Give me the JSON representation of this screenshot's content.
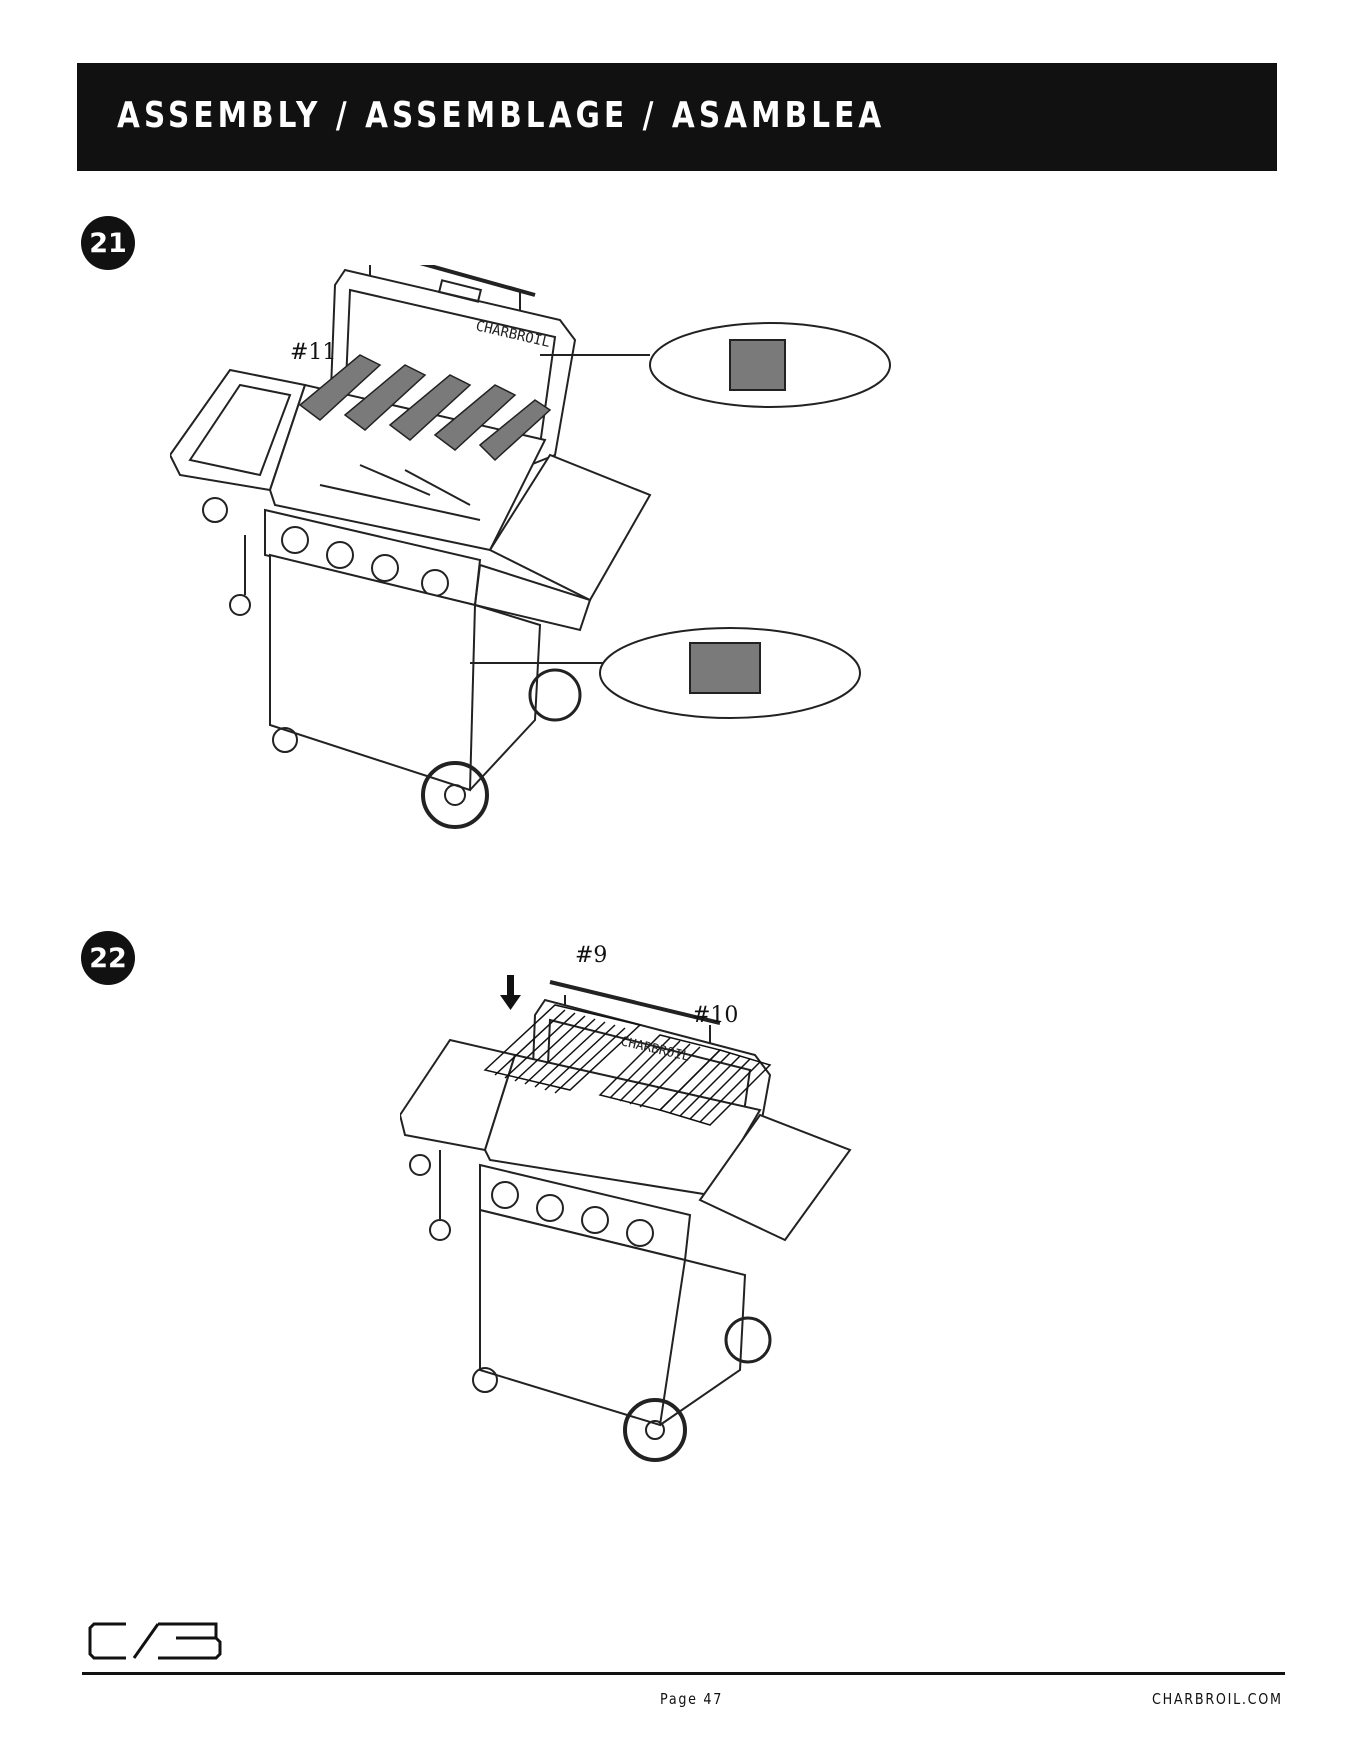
{
  "header": {
    "title": "ASSEMBLY / ASSEMBLAGE / ASAMBLEA"
  },
  "steps": [
    {
      "number": "21",
      "part_labels": [
        "#11"
      ],
      "brand_text": "CHARBROIL"
    },
    {
      "number": "22",
      "part_labels": [
        "#9",
        "#10"
      ],
      "brand_text": "CHARBROIL"
    }
  ],
  "footer": {
    "page": "Page 47",
    "website": "CHARBROIL.COM"
  },
  "colors": {
    "header_bg": "#111111",
    "header_text": "#ffffff",
    "shaded_part": "#7a7a7a"
  }
}
